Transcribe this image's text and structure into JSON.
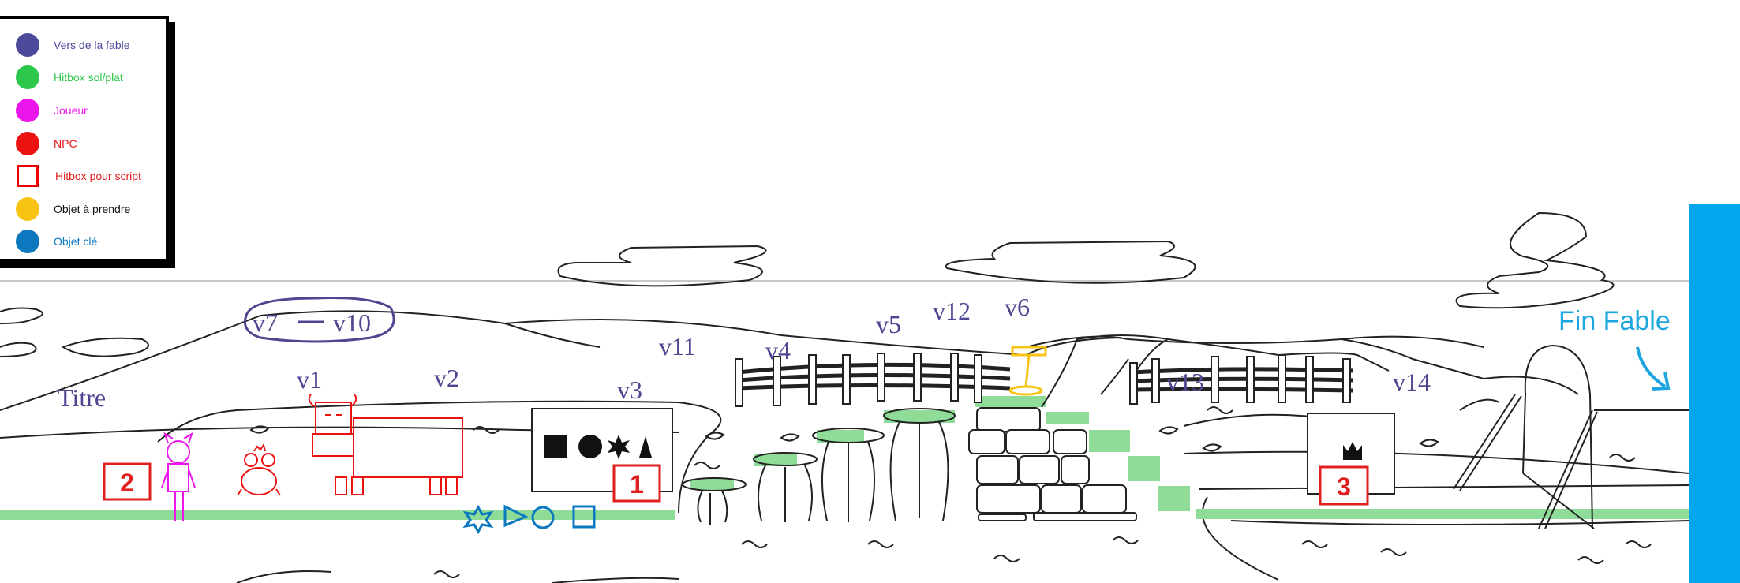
{
  "legend": {
    "items": [
      {
        "label": "Vers de la fable",
        "color": "#4d4a9b",
        "shape": "dot"
      },
      {
        "label": "Hitbox sol/plat",
        "color": "#2dc84b",
        "shape": "dot"
      },
      {
        "label": "Joueur",
        "color": "#ec16ec",
        "shape": "dot"
      },
      {
        "label": "NPC",
        "color": "#ec1212",
        "shape": "dot"
      },
      {
        "label": "Hitbox pour script",
        "color": "#e01f1f",
        "shape": "square"
      },
      {
        "label": "Objet à prendre",
        "color": "#f8c312",
        "shape": "dot"
      },
      {
        "label": "Objet clé",
        "color": "#0b78bf",
        "shape": "dot"
      }
    ]
  },
  "level_labels": {
    "titre": "Titre",
    "v1": "v1",
    "v2": "v2",
    "v3": "v3",
    "v4": "v4",
    "v5": "v5",
    "v6": "v6",
    "v7_v10_start": "v7",
    "v7_v10_end": "v10",
    "v11": "v11",
    "v12": "v12",
    "v13": "v13",
    "v14": "v14",
    "fin_fable": "Fin Fable"
  },
  "script_zones": {
    "zone_1": "1",
    "zone_2": "2",
    "zone_3": "3"
  },
  "colors": {
    "verse": "#4d4691",
    "ground_hitbox": "#8fdc98",
    "player": "#ec16ec",
    "npc": "#ec1212",
    "script_box": "#e01f1f",
    "pickup": "#f8c312",
    "key_object": "#0b78bf",
    "fin_fable": "#1da6e0",
    "side_panel": "#02a6ec"
  }
}
